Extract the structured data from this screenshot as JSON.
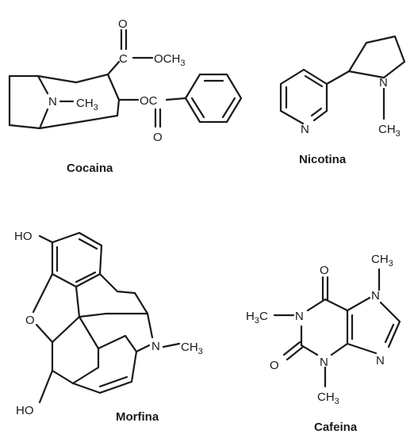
{
  "molecules": {
    "cocaine": {
      "name": "Cocaina",
      "labels": {
        "o_carbonyl": "O",
        "c_ester": "C",
        "och": "OCH",
        "och_sub": "3",
        "n": "N",
        "ch": "CH",
        "ch_sub": "3",
        "oc": "OC",
        "o_benzoyl": "O"
      }
    },
    "nicotine": {
      "name": "Nicotina",
      "labels": {
        "n_pyridine": "N",
        "n_pyrrolidine": "N",
        "ch": "CH",
        "ch_sub": "3"
      }
    },
    "morphine": {
      "name": "Morfina",
      "labels": {
        "ho_top": "HO",
        "o_ether": "O",
        "n": "N",
        "ch": "CH",
        "ch_sub": "3",
        "ho_bottom": "HO"
      }
    },
    "caffeine": {
      "name": "Cafeina",
      "labels": {
        "ch_top": "CH",
        "ch_top_sub": "3",
        "o_top": "O",
        "h3c": "H",
        "h3c_sub": "3",
        "h3c_c": "C",
        "n1": "N",
        "n7": "N",
        "o_bottom": "O",
        "n3": "N",
        "n9": "N",
        "ch_bottom": "CH",
        "ch_bottom_sub": "3"
      }
    }
  }
}
